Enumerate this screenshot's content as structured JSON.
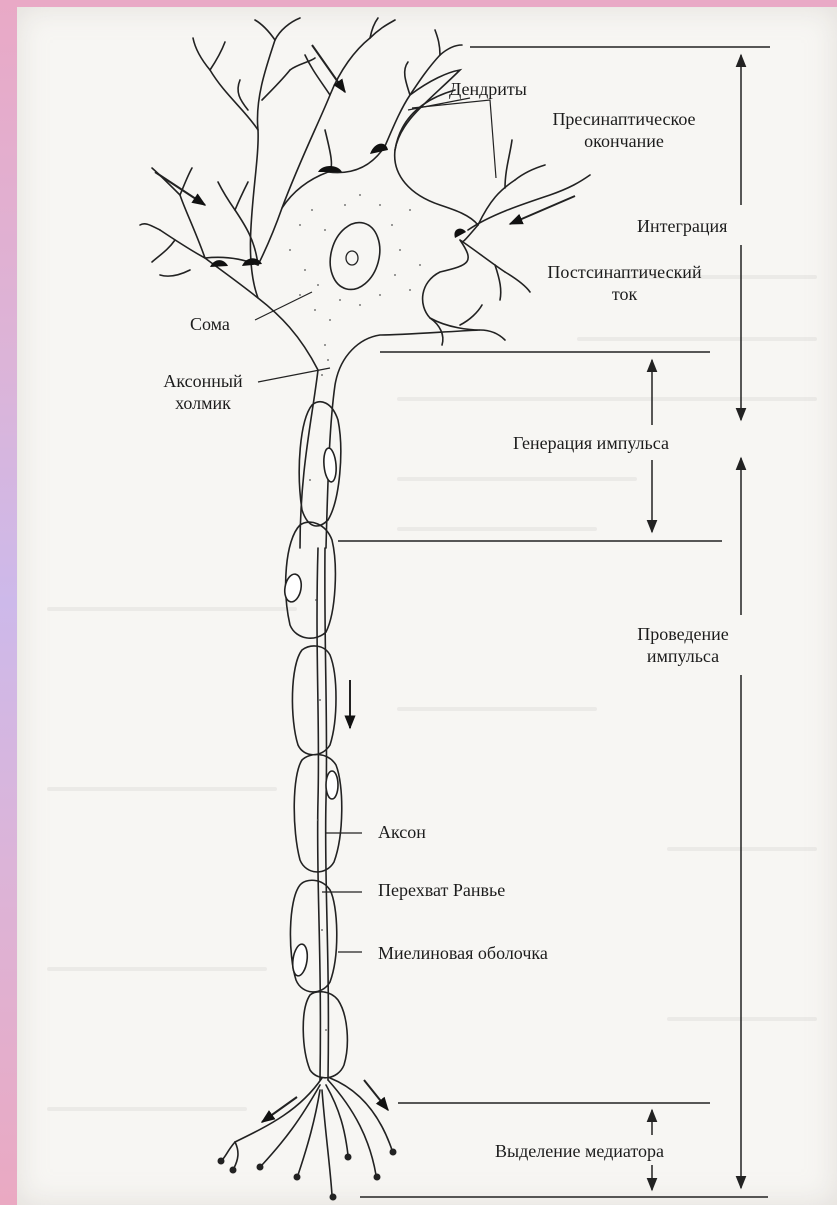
{
  "labels": {
    "dendrites": "Дендриты",
    "presynaptic_1": "Пресинаптическое",
    "presynaptic_2": "окончание",
    "integration": "Интеграция",
    "postsynaptic_1": "Постсинаптический",
    "postsynaptic_2": "ток",
    "soma": "Сома",
    "hillock_1": "Аксонный",
    "hillock_2": "холмик",
    "impulse_generation": "Генерация импульса",
    "conduction_1": "Проведение",
    "conduction_2": "импульса",
    "axon": "Аксон",
    "ranvier": "Перехват Ранвье",
    "myelin": "Миелиновая оболочка",
    "transmitter_release": "Выделение медиатора"
  }
}
